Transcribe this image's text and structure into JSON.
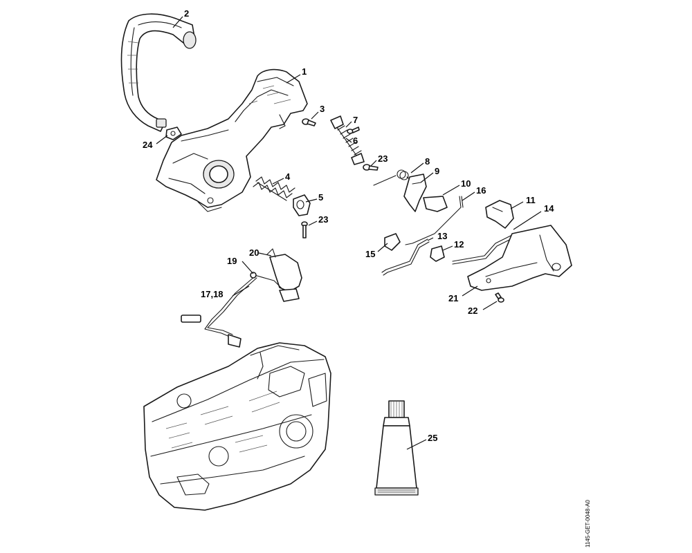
{
  "diagram": {
    "callouts": [
      {
        "id": "c1",
        "text": "1"
      },
      {
        "id": "c2",
        "text": "2"
      },
      {
        "id": "c3",
        "text": "3"
      },
      {
        "id": "c4",
        "text": "4"
      },
      {
        "id": "c5",
        "text": "5"
      },
      {
        "id": "c6",
        "text": "6"
      },
      {
        "id": "c7",
        "text": "7"
      },
      {
        "id": "c8",
        "text": "8"
      },
      {
        "id": "c9",
        "text": "9"
      },
      {
        "id": "c10",
        "text": "10"
      },
      {
        "id": "c11",
        "text": "11"
      },
      {
        "id": "c12",
        "text": "12"
      },
      {
        "id": "c13",
        "text": "13"
      },
      {
        "id": "c14",
        "text": "14"
      },
      {
        "id": "c15",
        "text": "15"
      },
      {
        "id": "c16",
        "text": "16"
      },
      {
        "id": "c1718",
        "text": "17,18"
      },
      {
        "id": "c19",
        "text": "19"
      },
      {
        "id": "c20",
        "text": "20"
      },
      {
        "id": "c21",
        "text": "21"
      },
      {
        "id": "c22",
        "text": "22"
      },
      {
        "id": "c23a",
        "text": "23"
      },
      {
        "id": "c23b",
        "text": "23"
      },
      {
        "id": "c24",
        "text": "24"
      },
      {
        "id": "c25",
        "text": "25"
      }
    ],
    "reference_code": "1145-GET-0048-A0"
  }
}
